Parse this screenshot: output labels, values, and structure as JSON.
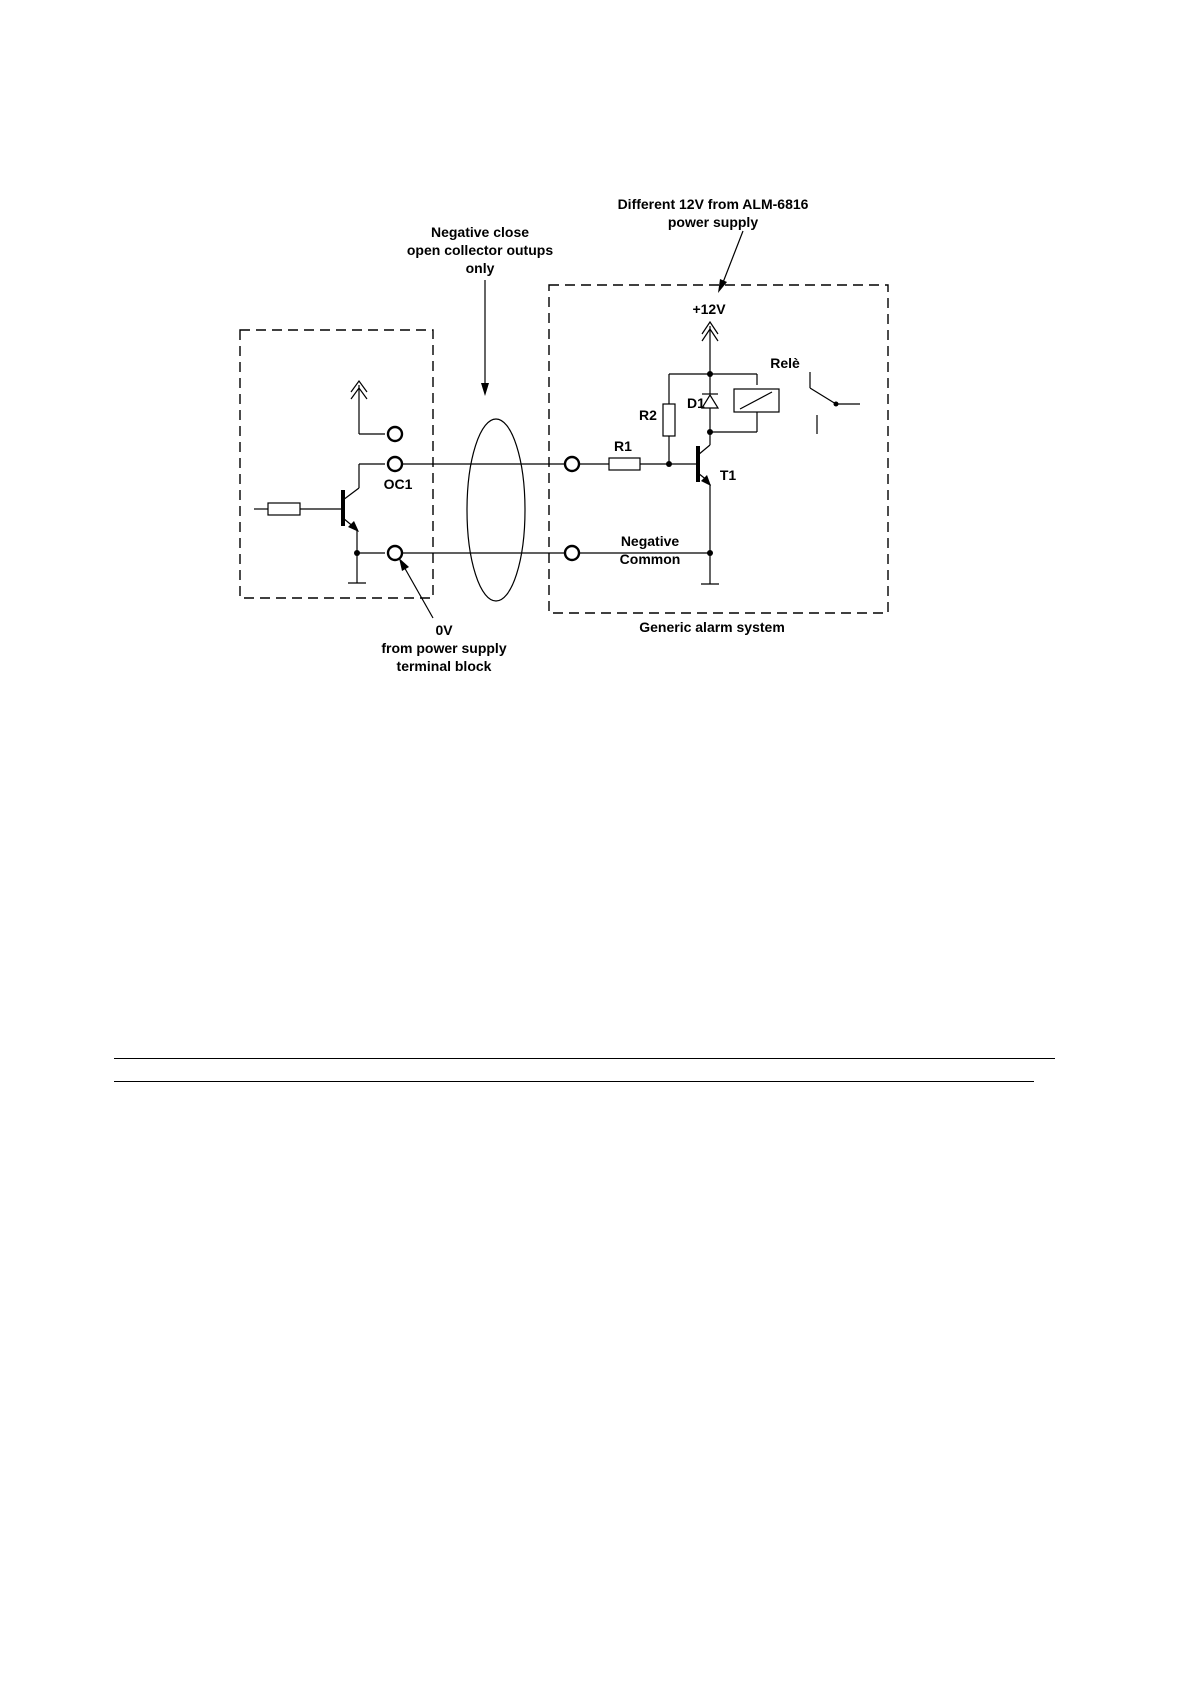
{
  "diagram": {
    "labels": {
      "supply_note_line1": "Different 12V from ALM-6816",
      "supply_note_line2": "power supply",
      "cable_note_line1": "Negative close",
      "cable_note_line2": "open collector outups",
      "cable_note_line3": "only",
      "plus12v": "+12V",
      "rele": "Relè",
      "r2": "R2",
      "d1": "D1",
      "r1": "R1",
      "t1": "T1",
      "oc1": "OC1",
      "negative_common_line1": "Negative",
      "negative_common_line2": "Common",
      "alarm_system": "Generic alarm system",
      "zero_v_line1": "0V",
      "zero_v_line2": "from power supply",
      "zero_v_line3": "terminal block"
    }
  }
}
